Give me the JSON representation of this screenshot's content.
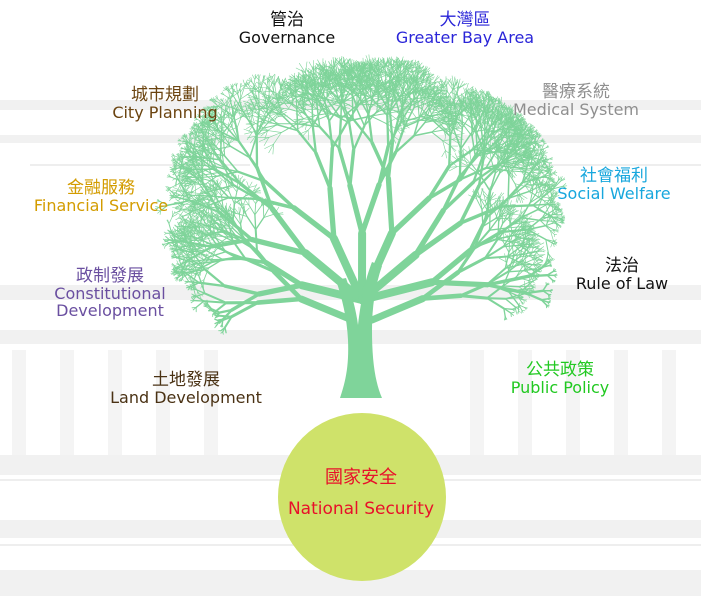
{
  "branches": [
    {
      "id": "governance",
      "zh": "管治",
      "en": "Governance",
      "color": "#111111"
    },
    {
      "id": "greater-bay-area",
      "zh": "大灣區",
      "en": "Greater Bay Area",
      "color": "#2a25d8"
    },
    {
      "id": "city-planning",
      "zh": "城市規劃",
      "en": "City Planning",
      "color": "#6b4410"
    },
    {
      "id": "medical-system",
      "zh": "醫療系統",
      "en": "Medical System",
      "color": "#8f8f8f"
    },
    {
      "id": "financial-service",
      "zh": "金融服務",
      "en": "Financial Service",
      "color": "#d39c00"
    },
    {
      "id": "social-welfare",
      "zh": "社會福利",
      "en": "Social Welfare",
      "color": "#17a7dd"
    },
    {
      "id": "constitutional-development",
      "zh": "政制發展",
      "en": "Constitutional Development",
      "en_lines": [
        "Constitutional",
        "Development"
      ],
      "color": "#6a4fa0"
    },
    {
      "id": "rule-of-law",
      "zh": "法治",
      "en": "Rule of Law",
      "color": "#111111"
    },
    {
      "id": "land-development",
      "zh": "土地發展",
      "en": "Land Development",
      "color": "#4a3214"
    },
    {
      "id": "public-policy",
      "zh": "公共政策",
      "en": "Public Policy",
      "color": "#22c922"
    }
  ],
  "root": {
    "zh": "國家安全",
    "en": "National Security",
    "text_color": "#e8102a",
    "fill": "#cfe26a"
  },
  "tree_color": "#7fd49a"
}
